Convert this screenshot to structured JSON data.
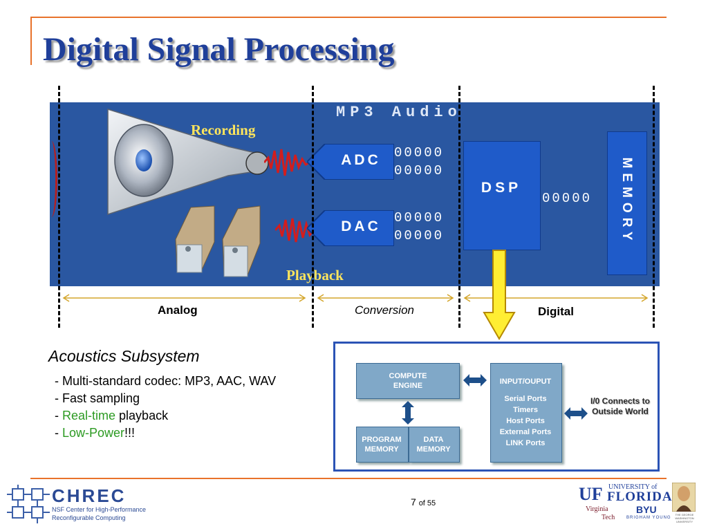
{
  "slide": {
    "title": "Digital Signal Processing",
    "page_number": "7",
    "page_of": "of 55"
  },
  "audio_diagram": {
    "heading": "MP3 Audio",
    "recording_label": "Recording",
    "playback_label": "Playback",
    "adc_label": "ADC",
    "dac_label": "DAC",
    "dsp_label": "DSP",
    "memory_label": "MEMORY",
    "bits_adc_top": "00000",
    "bits_adc_bottom": "00000",
    "bits_dac_top": "00000",
    "bits_dac_bottom": "00000",
    "bits_dsp_memory": "00000"
  },
  "domains": {
    "analog": "Analog",
    "conversion": "Conversion",
    "digital": "Digital"
  },
  "acoustics": {
    "heading": "Acoustics Subsystem",
    "items": [
      {
        "prefix": "- ",
        "highlight": "",
        "text": "Multi-standard codec: MP3, AAC, WAV"
      },
      {
        "prefix": "- ",
        "highlight": "",
        "text": "Fast sampling"
      },
      {
        "prefix": "- ",
        "highlight": "Real-time",
        "text": " playback"
      },
      {
        "prefix": "- ",
        "highlight": "Low-Power",
        "text": "!!!"
      }
    ]
  },
  "block_diagram": {
    "compute_engine": "COMPUTE ENGINE",
    "program_memory": "PROGRAM MEMORY",
    "data_memory": "DATA MEMORY",
    "io_title": "INPUT/OUPUT",
    "io_items": [
      "Serial Ports",
      "Timers",
      "Host Ports",
      "External Ports",
      "LINK Ports"
    ],
    "outside": "I/0 Connects to Outside World"
  },
  "footer": {
    "chrec_name": "CHREC",
    "chrec_line1": "NSF Center for High-Performance",
    "chrec_line2": "Reconfigurable Computing",
    "uf_mark": "UF",
    "uf_university": "UNIVERSITY of",
    "uf_florida": "FLORIDA",
    "vt_line1": "Virginia",
    "vt_line2": "Tech",
    "byu": "BYU",
    "byu_full": "BRIGHAM YOUNG",
    "gw": "THE GEORGE WASHINGTON UNIVERSITY"
  },
  "colors": {
    "title_blue": "#1f3f9a",
    "accent_orange": "#e8722a",
    "panel_blue": "#2a57a1",
    "block_blue": "#1f5bc9",
    "green": "#2c9a22",
    "arrow_gold": "#e8a800"
  }
}
